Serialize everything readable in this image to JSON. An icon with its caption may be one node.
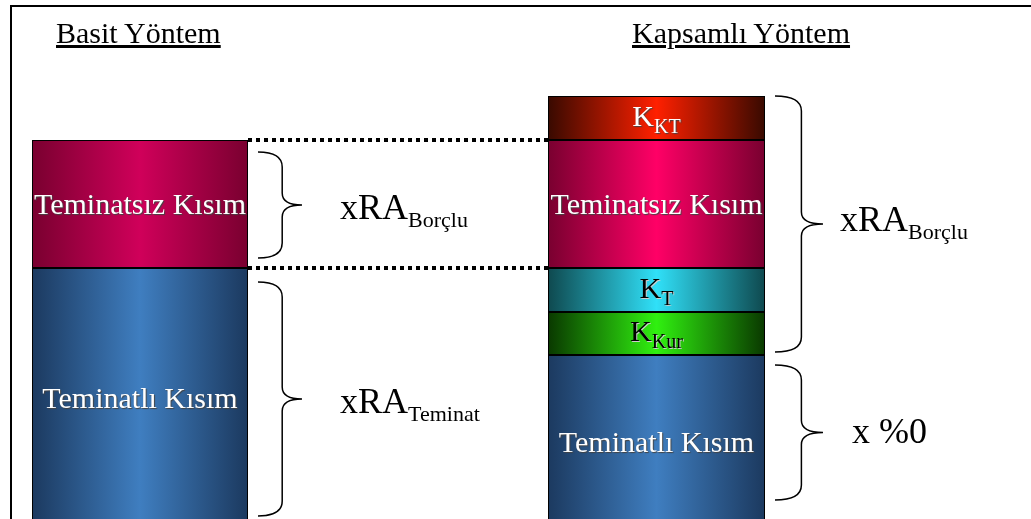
{
  "diagram": {
    "nodes": [
      {
        "text": [
          "Teminatsız Kısım"
        ]
      },
      {
        "text": [
          "Teminatlı Kısım"
        ]
      },
      {
        "text": [
          "K$_{KT}$"
        ]
      },
      {
        "text": [
          "Teminatsız Kısım"
        ]
      },
      {
        "text": [
          "K$_{T}$"
        ]
      },
      {
        "text": [
          "K$_{Kur}$"
        ]
      },
      {
        "text": [
          "Teminatlı Kısım"
        ]
      }
    ],
    "edges": [
      {
        "from": 0,
        "to": 3,
        "arrow": "none",
        "style": "dashed"
      },
      {
        "from": 0,
        "to": 3,
        "arrow": "none",
        "style": "dashed"
      }
    ],
    "labels": [
      "Basit Yöntem",
      "Kapsamlı Yöntem",
      "xRA$_{Borçlu}$",
      "xRA$_{Teminat}$",
      "xRA$_{Borçlu}$",
      "x %0"
    ]
  }
}
